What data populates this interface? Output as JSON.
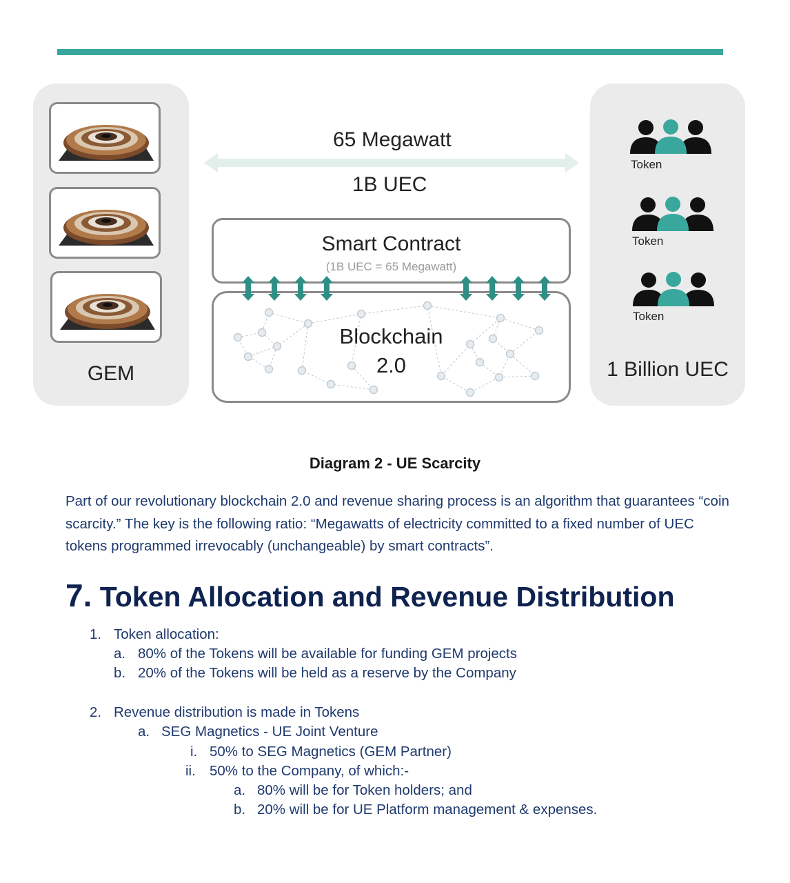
{
  "diagram": {
    "gem_label": "GEM",
    "power_label": "65 Megawatt",
    "uec_label": "1B UEC",
    "smart_contract": {
      "title": "Smart Contract",
      "subtitle": "(1B UEC = 65 Megawatt)"
    },
    "blockchain": {
      "line1": "Blockchain",
      "line2": "2.0"
    },
    "tokens": [
      "Token",
      "Token",
      "Token"
    ],
    "total_label": "1 Billion UEC",
    "colors": {
      "accent": "#3aa79d",
      "panel": "#ebebeb",
      "arrow": "#e3efea",
      "person": "#111111"
    }
  },
  "caption": "Diagram 2 - UE Scarcity",
  "paragraph": "Part of our revolutionary blockchain 2.0 and revenue sharing process is an algorithm that guarantees “coin scarcity.”  The key is the following ratio: “Megawatts of electricity committed to a fixed number of UEC tokens programmed irrevocably (unchangeable) by smart contracts”.",
  "section": {
    "number": "7.",
    "title": "Token Allocation and Revenue Distribution"
  },
  "list": {
    "item1": {
      "marker": "1.",
      "text": "Token allocation:",
      "sub": [
        {
          "marker": "a.",
          "text": "80% of the Tokens will be available for funding GEM projects"
        },
        {
          "marker": "b.",
          "text": "20% of the Tokens will be held as a reserve by the Company"
        }
      ]
    },
    "item2": {
      "marker": "2.",
      "text": "Revenue distribution is made in Tokens",
      "sub_a": {
        "marker": "a.",
        "text": "SEG Magnetics - UE Joint Venture"
      },
      "roman": [
        {
          "marker": "i.",
          "text": "50% to SEG Magnetics (GEM Partner)"
        },
        {
          "marker": "ii.",
          "text": "50% to the Company, of which:-"
        }
      ],
      "deep": [
        {
          "marker": "a.",
          "text": "80% will be for Token holders; and"
        },
        {
          "marker": "b.",
          "text": "20% will be for UE Platform management & expenses."
        }
      ]
    }
  }
}
